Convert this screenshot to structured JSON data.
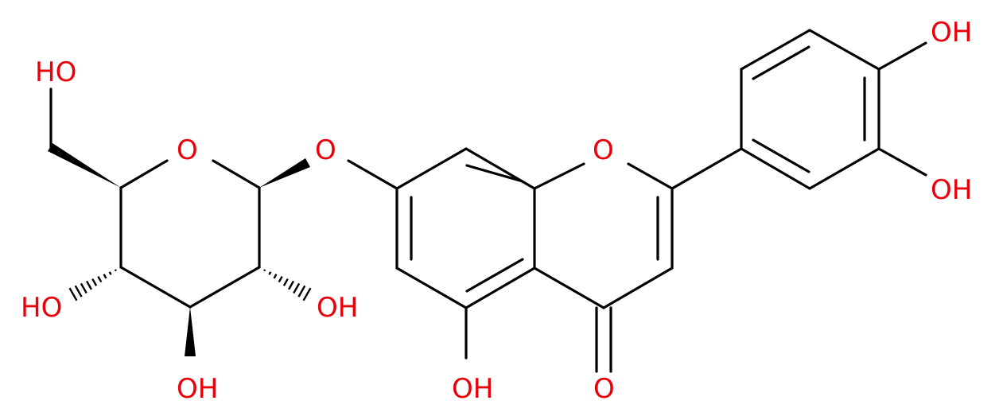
{
  "colors": {
    "bond": "#000000",
    "oxygen": "#e8000b",
    "background": "#ffffff"
  },
  "labels": {
    "oh_c4p": "OH",
    "oh_c3p": "OH",
    "o_ring_chromone": "O",
    "o_glycosidic": "O",
    "o_ring_sugar": "O",
    "oh_ch2": "HO",
    "oh_c2_sugar": "OH",
    "oh_c3_sugar": "OH",
    "oh_c4_sugar": "HO",
    "oh_c5": "OH",
    "o_carbonyl": "O"
  }
}
